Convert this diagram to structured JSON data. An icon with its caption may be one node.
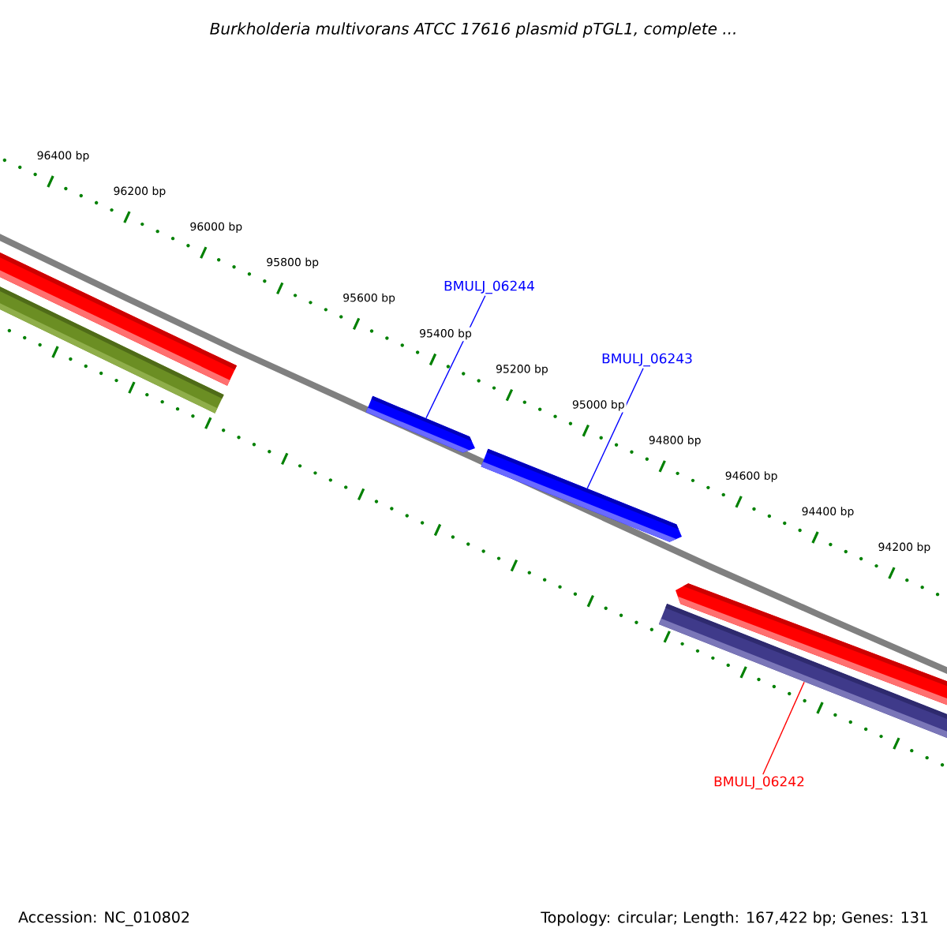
{
  "diagram": {
    "title": "Burkholderia multivorans ATCC 17616 plasmid pTGL1, complete ...",
    "nodes": [
      {
        "text": [],
        "shape": "bar"
      },
      {
        "text": [],
        "shape": "bar"
      },
      {
        "text": [
          "BMULJ_06244"
        ]
      },
      {
        "text": [],
        "shape": "bar"
      },
      {
        "text": [
          "BMULJ_06243"
        ]
      },
      {
        "text": [],
        "shape": "bar"
      },
      {
        "text": [],
        "shape": "bar"
      },
      {
        "text": [],
        "shape": "bar"
      },
      {
        "text": [
          "BMULJ_06242"
        ]
      }
    ],
    "edges": [
      {
        "from": 2,
        "to": 3,
        "arrow": "none"
      },
      {
        "from": 4,
        "to": 5,
        "arrow": "none"
      },
      {
        "from": 8,
        "to": 6,
        "arrow": "none",
        "color": "#ff0000"
      }
    ],
    "labels": [
      "96400 bp",
      "96200 bp",
      "96000 bp",
      "95800 bp",
      "95600 bp",
      "95400 bp",
      "95200 bp",
      "95000 bp",
      "94800 bp",
      "94600 bp",
      "94400 bp",
      "94200 bp",
      "Accession: NC_010802",
      "Topology: circular; Length: 167,422 bp; Genes: 131"
    ]
  }
}
